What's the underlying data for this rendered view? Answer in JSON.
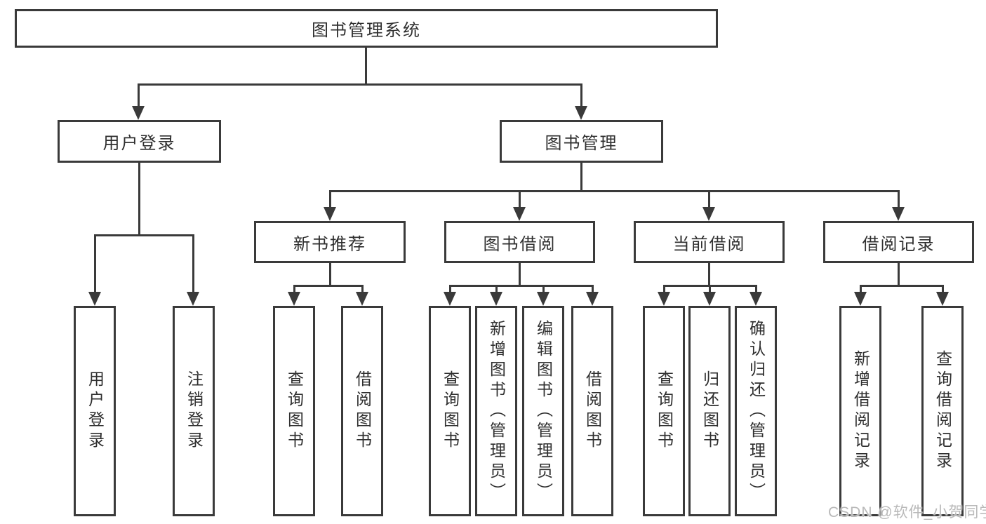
{
  "diagram": {
    "root": {
      "label": "图书管理系统"
    },
    "user_login": {
      "label": "用户登录",
      "children": [
        {
          "label": "用户登录"
        },
        {
          "label": "注销登录"
        }
      ]
    },
    "book_management": {
      "label": "图书管理",
      "sections": [
        {
          "label": "新书推荐",
          "children": [
            {
              "label": "查询图书"
            },
            {
              "label": "借阅图书"
            }
          ]
        },
        {
          "label": "图书借阅",
          "children": [
            {
              "label": "查询图书"
            },
            {
              "label": "新增图书（管理员）"
            },
            {
              "label": "编辑图书（管理员）"
            },
            {
              "label": "借阅图书"
            }
          ]
        },
        {
          "label": "当前借阅",
          "children": [
            {
              "label": "查询图书"
            },
            {
              "label": "归还图书"
            },
            {
              "label": "确认归还（管理员）"
            }
          ]
        },
        {
          "label": "借阅记录",
          "children": [
            {
              "label": "新增借阅记录"
            },
            {
              "label": "查询借阅记录"
            }
          ]
        }
      ]
    }
  },
  "watermark": {
    "text": "CSDN @软件_小贺同学"
  },
  "colors": {
    "line": "#3a3a3a",
    "text": "#2f2f2f",
    "watermark": "#b9b9b9",
    "background": "#ffffff"
  }
}
